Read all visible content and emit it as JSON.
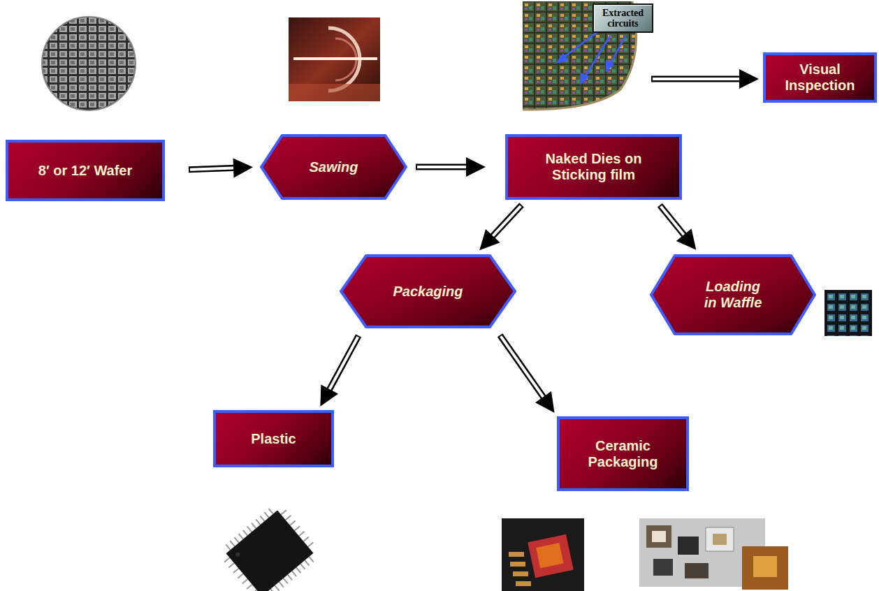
{
  "diagram": {
    "nodes": [
      {
        "text": [
          "Extracted circuits"
        ]
      },
      {
        "text": [
          "Visual Inspection"
        ]
      },
      {
        "text": [
          "8′ or 12′ Wafer"
        ]
      },
      {
        "text": [
          "Sawing"
        ]
      },
      {
        "text": [
          "Naked Dies on Sticking film"
        ]
      },
      {
        "text": [
          "Packaging"
        ]
      },
      {
        "text": [
          "Loading in Waffle"
        ]
      },
      {
        "text": [
          "Plastic"
        ]
      },
      {
        "text": [
          "Ceramic Packaging"
        ]
      }
    ],
    "edges": [
      {
        "from": 2,
        "to": 3,
        "arrow": "to"
      },
      {
        "from": 3,
        "to": 4,
        "arrow": "to"
      },
      {
        "from": 4,
        "to": 5,
        "arrow": "to"
      },
      {
        "from": 4,
        "to": 6,
        "arrow": "to"
      },
      {
        "from": 5,
        "to": 7,
        "arrow": "to"
      },
      {
        "from": 5,
        "to": 8,
        "arrow": "to"
      }
    ]
  }
}
